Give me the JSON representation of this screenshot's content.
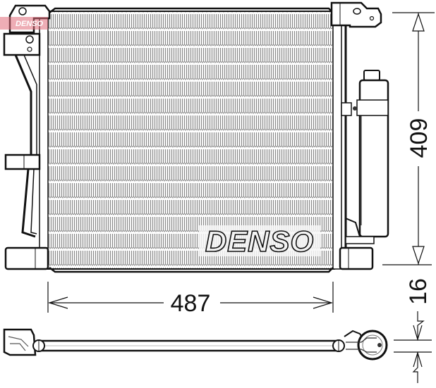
{
  "drawing": {
    "subject": "condenser",
    "brand_logo": "DENSO",
    "watermark": "DENSO",
    "colors": {
      "line": "#111111",
      "fin": "#9a9a9a",
      "background": "#ffffff",
      "watermark": "#e06a78"
    }
  },
  "dimensions": {
    "width": {
      "value": "487",
      "orientation": "horizontal"
    },
    "height": {
      "value": "409",
      "orientation": "vertical"
    },
    "depth": {
      "value": "16",
      "orientation": "vertical"
    }
  },
  "views": [
    {
      "name": "front-view"
    },
    {
      "name": "top-view"
    }
  ]
}
